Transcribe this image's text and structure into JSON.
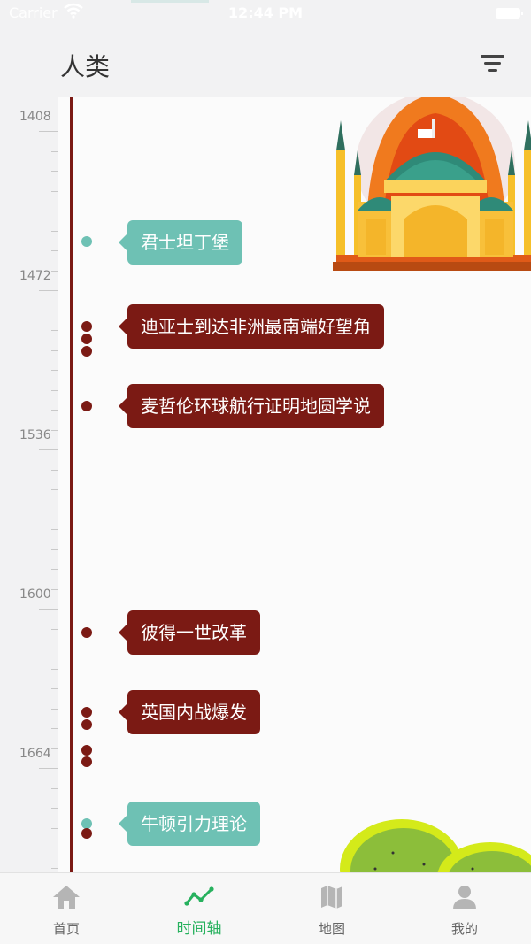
{
  "status_bar": {
    "carrier": "Carrier",
    "time": "12:44 PM"
  },
  "header": {
    "title": "人类"
  },
  "ruler": {
    "years": [
      "1408",
      "1472",
      "1536",
      "1600",
      "1664"
    ]
  },
  "events": [
    {
      "label": "君士坦丁堡",
      "color": "teal"
    },
    {
      "label": "迪亚士到达非洲最南端好望角",
      "color": "red"
    },
    {
      "label": "麦哲伦环球航行证明地圆学说",
      "color": "red"
    },
    {
      "label": "彼得一世改革",
      "color": "red"
    },
    {
      "label": "英国内战爆发",
      "color": "red"
    },
    {
      "label": "牛顿引力理论",
      "color": "teal"
    }
  ],
  "tabs": [
    {
      "label": "首页",
      "icon": "home-icon",
      "active": false
    },
    {
      "label": "时间轴",
      "icon": "timeline-icon",
      "active": true
    },
    {
      "label": "地图",
      "icon": "map-icon",
      "active": false
    },
    {
      "label": "我的",
      "icon": "user-icon",
      "active": false
    }
  ],
  "colors": {
    "axis": "#7b1a14",
    "teal": "#6ec1b4",
    "active_tab": "#27b15e"
  }
}
